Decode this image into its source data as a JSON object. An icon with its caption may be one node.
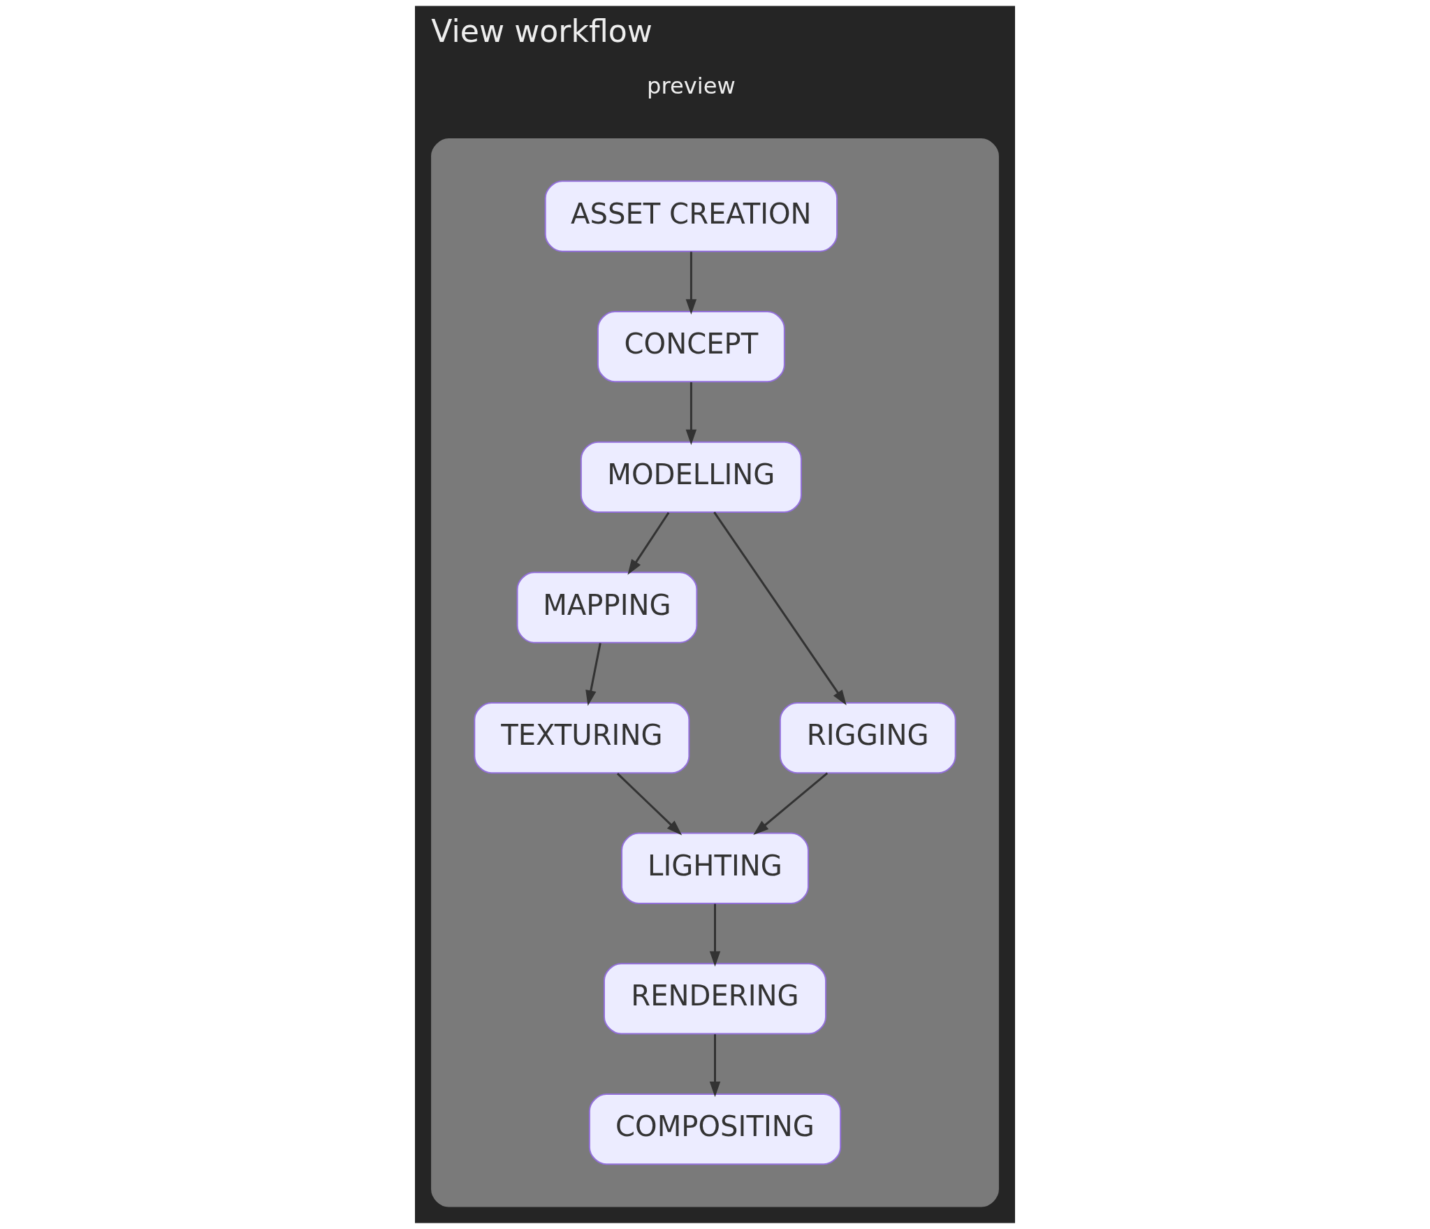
{
  "diagram": {
    "title": "View workflow",
    "nodes": [
      {
        "text": [],
        "shape": "box"
      },
      {
        "text": [
          "ASSET CREATION"
        ],
        "in": 0
      },
      {
        "text": [
          "CONCEPT"
        ],
        "in": 0
      },
      {
        "text": [
          "MODELLING"
        ],
        "in": 0
      },
      {
        "text": [
          "MAPPING"
        ],
        "in": 0
      },
      {
        "text": [
          "TEXTURING"
        ],
        "in": 0
      },
      {
        "text": [
          "RIGGING"
        ],
        "in": 0
      },
      {
        "text": [
          "LIGHTING"
        ],
        "in": 0
      },
      {
        "text": [
          "RENDERING"
        ],
        "in": 0
      },
      {
        "text": [
          "COMPOSITING"
        ],
        "in": 0
      }
    ],
    "edges": [
      {
        "from": 1,
        "to": 2,
        "arrow": "to"
      },
      {
        "from": 2,
        "to": 3,
        "arrow": "to"
      },
      {
        "from": 3,
        "to": 4,
        "arrow": "to"
      },
      {
        "from": 3,
        "to": 6,
        "arrow": "to"
      },
      {
        "from": 4,
        "to": 5,
        "arrow": "to"
      },
      {
        "from": 5,
        "to": 7,
        "arrow": "to"
      },
      {
        "from": 6,
        "to": 7,
        "arrow": "to"
      },
      {
        "from": 7,
        "to": 8,
        "arrow": "to"
      },
      {
        "from": 8,
        "to": 9,
        "arrow": "to"
      }
    ],
    "labels": [
      "preview"
    ]
  }
}
